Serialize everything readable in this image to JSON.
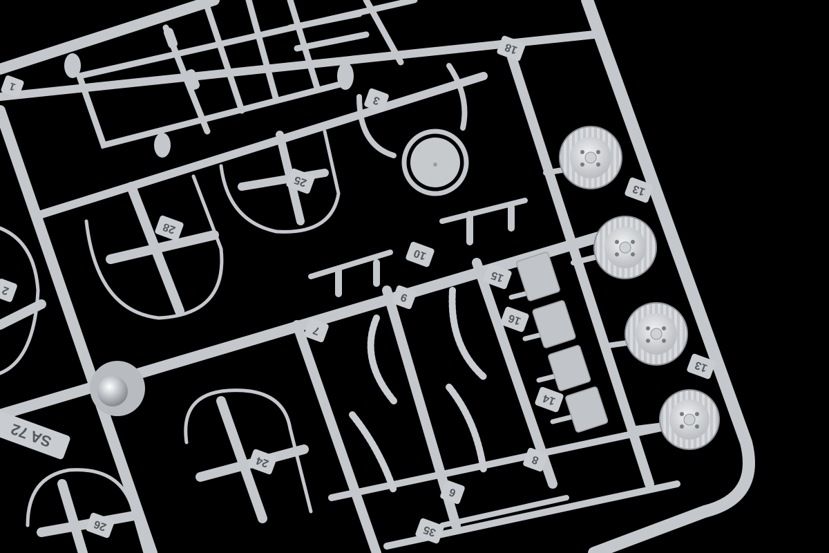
{
  "scene": {
    "background": "#000000",
    "plastic": "#c4c7cb",
    "plastic_light": "#e2e4e7",
    "plastic_shadow": "#8c9095",
    "label_text": "#55585d"
  },
  "part_numbers": {
    "p1": "1",
    "p3": "3",
    "p6": "6",
    "p7": "7",
    "p8": "8",
    "p9": "9",
    "p10": "10",
    "p13a": "13",
    "p13b": "13",
    "p14": "14",
    "p15": "15",
    "p16": "16",
    "p18": "18",
    "p2": "2",
    "p24": "24",
    "p25": "25",
    "p26": "26",
    "p28": "28",
    "p35": "35"
  },
  "kit_code": "SA 72"
}
